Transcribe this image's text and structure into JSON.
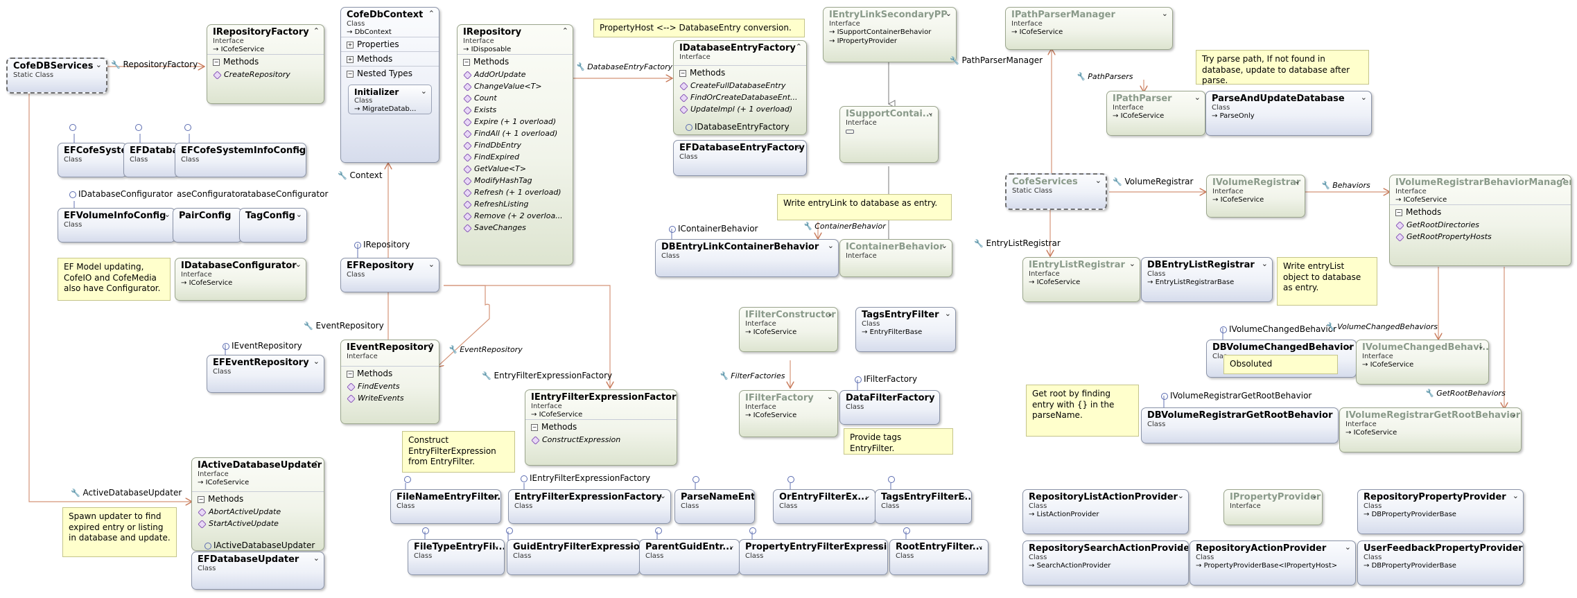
{
  "boxes": {
    "cofeDbServices": {
      "title": "CofeDBServices",
      "kind": "Static Class"
    },
    "repositoryFactory": {
      "title": "IRepositoryFactory",
      "kind": "Interface",
      "base": "ICofeService",
      "section": "Methods",
      "methods": [
        "CreateRepository"
      ]
    },
    "cofeDbContext": {
      "title": "CofeDbContext",
      "kind": "Class",
      "base": "DbContext",
      "sections": [
        "Properties",
        "Methods",
        "Nested Types"
      ],
      "nested_title": "Initializer",
      "nested_kind": "Class",
      "nested_base": "MigrateDatab..."
    },
    "irepository": {
      "title": "IRepository",
      "kind": "Interface",
      "base": "IDisposable",
      "section": "Methods",
      "methods": [
        "AddOrUpdate",
        "ChangeValue<T>",
        "Count",
        "Exists",
        "Expire (+ 1 overload)",
        "FindAll (+ 1 overload)",
        "FindDbEntry",
        "FindExpired",
        "GetValue<T>",
        "ModifyHashTag",
        "Refresh (+ 1 overload)",
        "RefreshListing",
        "Remove (+ 2 overloa...",
        "SaveChanges"
      ]
    },
    "idbEntryFactory": {
      "title": "IDatabaseEntryFactory",
      "kind": "Interface",
      "section": "Methods",
      "methods": [
        "CreateFullDatabaseEntry",
        "FindOrCreateDatabaseEnt...",
        "UpdateImpl (+ 1 overload)"
      ]
    },
    "efDbEntryFactory": {
      "title": "EFDatabaseEntryFactory",
      "kind": "Class",
      "lolly": "IDatabaseEntryFactory"
    },
    "efCofeSystem": {
      "title": "EFCofeSystemI",
      "kind": "Class"
    },
    "efDatabase": {
      "title": "EFDatabas",
      "kind": "Class"
    },
    "efCofeSysInfoCfg": {
      "title": "EFCofeSystemInfoConfig",
      "kind": "Class"
    },
    "efVolumeInfoCfg": {
      "title": "EFVolumeInfoConfig",
      "kind": "Class",
      "lolly": "IDatabaseConfigurator"
    },
    "pairConfig": {
      "title": "PairConfig",
      "kind": "Class",
      "lolly": "aseConfigurator"
    },
    "tagConfig": {
      "title": "TagConfig",
      "kind": "Class",
      "lolly": "atabaseConfigurator"
    },
    "idbConfigurator": {
      "title": "IDatabaseConfigurator",
      "kind": "Interface",
      "base": "ICofeService"
    },
    "efRepository": {
      "title": "EFRepository",
      "kind": "Class",
      "lolly": "IRepository"
    },
    "ieventRepository": {
      "title": "IEventRepository",
      "kind": "Interface",
      "section": "Methods",
      "methods": [
        "FindEvents",
        "WriteEvents"
      ]
    },
    "efEventRepository": {
      "title": "EFEventRepository",
      "kind": "Class",
      "lolly": "IEventRepository"
    },
    "ientryFilterExprFactory": {
      "title": "IEntryFilterExpressionFactory",
      "kind": "Interface",
      "base": "ICofeService",
      "section": "Methods",
      "methods": [
        "ConstructExpression"
      ]
    },
    "iactiveDbUpdater": {
      "title": "IActiveDatabaseUpdater",
      "kind": "Interface",
      "base": "ICofeService",
      "section": "Methods",
      "methods": [
        "AbortActiveUpdate",
        "StartActiveUpdate"
      ]
    },
    "efDbUpdater": {
      "title": "EFDatabaseUpdater",
      "kind": "Class",
      "lolly": "IActiveDatabaseUpdater"
    },
    "fileNameEntryFilter": {
      "title": "FileNameEntryFilter...",
      "kind": "Class"
    },
    "entryFilterExprFactory": {
      "title": "EntryFilterExpressionFactory",
      "kind": "Class",
      "lolly": "IEntryFilterExpressionFactory"
    },
    "parseNameEntr": {
      "title": "ParseNameEntr...",
      "kind": "Class"
    },
    "orEntryFilterEx": {
      "title": "OrEntryFilterEx...",
      "kind": "Class"
    },
    "tagsEntryFilterE": {
      "title": "TagsEntryFilterE...",
      "kind": "Class"
    },
    "fileTypeEntryFil": {
      "title": "FileTypeEntryFil...",
      "kind": "Class"
    },
    "guidEntryFilterExpr": {
      "title": "GuidEntryFilterExpression",
      "kind": "Class"
    },
    "parentGuidEntr": {
      "title": "ParentGuidEntr...",
      "kind": "Class"
    },
    "propertyEntryFilterExpr": {
      "title": "PropertyEntryFilterExpression",
      "kind": "Class"
    },
    "rootEntryFilter": {
      "title": "RootEntryFilter...",
      "kind": "Class"
    },
    "ientryLinkSecondaryPP": {
      "title": "IEntryLinkSecondaryPP",
      "kind": "Interface",
      "bases": [
        "ISupportContainerBehavior",
        "IPropertyProvider"
      ]
    },
    "isupportContai": {
      "title": "ISupportContai...",
      "kind": "Interface"
    },
    "dbEntryLinkContainer": {
      "title": "DBEntryLinkContainerBehavior",
      "kind": "Class",
      "lolly": "IContainerBehavior"
    },
    "icontainerBehavior": {
      "title": "IContainerBehavior",
      "kind": "Interface"
    },
    "ifilterConstructor": {
      "title": "IFilterConstructor",
      "kind": "Interface",
      "base": "ICofeService"
    },
    "tagsEntryFilter": {
      "title": "TagsEntryFilter",
      "kind": "Class",
      "base": "EntryFilterBase"
    },
    "ifilterFactory": {
      "title": "IFilterFactory",
      "kind": "Interface",
      "base": "ICofeService"
    },
    "dataFilterFactory": {
      "title": "DataFilterFactory",
      "kind": "Class",
      "lolly": "IFilterFactory"
    },
    "ipathParserManager": {
      "title": "IPathParserManager",
      "kind": "Interface",
      "base": "ICofeService"
    },
    "ipathParser": {
      "title": "IPathParser",
      "kind": "Interface",
      "base": "ICofeService"
    },
    "parseAndUpdateDb": {
      "title": "ParseAndUpdateDatabase",
      "kind": "Class",
      "base": "ParseOnly"
    },
    "cofeServices": {
      "title": "CofeServices",
      "kind": "Static Class"
    },
    "ivolumeRegistrar": {
      "title": "IVolumeRegistrar",
      "kind": "Interface",
      "base": "ICofeService"
    },
    "ivolumeRegBehaviorMgr": {
      "title": "IVolumeRegistrarBehaviorManager",
      "kind": "Interface",
      "base": "ICofeService",
      "section": "Methods",
      "methods": [
        "GetRootDirectories",
        "GetRootPropertyHosts"
      ]
    },
    "ientryListRegistrar": {
      "title": "IEntryListRegistrar",
      "kind": "Interface",
      "base": "ICofeService"
    },
    "dbEntryListRegistrar": {
      "title": "DBEntryListRegistrar",
      "kind": "Class",
      "base": "EntryListRegistrarBase"
    },
    "dbVolumeChangedBehavior": {
      "title": "DBVolumeChangedBehavior",
      "kind": "Clas",
      "lolly": "IVolumeChangedBehavior"
    },
    "ivolumeChangedBehavi": {
      "title": "IVolumeChangedBehavi...",
      "kind": "Interface",
      "base": "ICofeService"
    },
    "dbVolumeRegGetRoot": {
      "title": "DBVolumeRegistrarGetRootBehavior",
      "kind": "Class",
      "lolly": "IVolumeRegistrarGetRootBehavior"
    },
    "ivolumeRegGetRoot": {
      "title": "IVolumeRegistrarGetRootBehavior",
      "kind": "Interface",
      "base": "ICofeService"
    },
    "repoListActionProvider": {
      "title": "RepositoryListActionProvider",
      "kind": "Class",
      "base": "ListActionProvider"
    },
    "ipropertyProvider": {
      "title": "IPropertyProvider",
      "kind": "Interface"
    },
    "repoPropertyProvider": {
      "title": "RepositoryPropertyProvider",
      "kind": "Class",
      "base": "DBPropertyProviderBase"
    },
    "repoSearchActionProvider": {
      "title": "RepositorySearchActionProvider",
      "kind": "Class",
      "base": "SearchActionProvider"
    },
    "repoActionProvider": {
      "title": "RepositoryActionProvider",
      "kind": "Class",
      "base": "PropertyProviderBase<IPropertyHost>"
    },
    "userFeedbackPropProvider": {
      "title": "UserFeedbackPropertyProvider",
      "kind": "Class",
      "base": "DBPropertyProviderBase"
    }
  },
  "notes": {
    "propertyHost": "PropertyHost <--> DatabaseEntry conversion.",
    "efModel": "EF Model updating, CofeIO and CofeMedia also have Configurator.",
    "spawnUpdater": "Spawn updater to find expired entry or listing in database and update.",
    "construct": "Construct EntryFilterExpression from EntryFilter.",
    "writeEntryLink": "Write entryLink to database as entry.",
    "tryParse": "Try parse path, If not found in database, update to database after parse.",
    "writeEntryList": "Write entryList object to database as entry.",
    "obsoluted": "Obsoluted",
    "getRoot": "Get root by finding entry with {} in the parseName.",
    "provideTags": "Provide tags EntryFilter."
  },
  "labels": {
    "repositoryFactory": "RepositoryFactory",
    "context": "Context",
    "databaseEntryFactory": "DatabaseEntryFactory",
    "eventRepository": "EventRepository",
    "eventRepositoryIt": "EventRepository",
    "entryFilterExprFactory": "EntryFilterExpressionFactory",
    "activeDbUpdater": "ActiveDatabaseUpdater",
    "pathParserManager": "PathParserManager",
    "pathParsers": "PathParsers",
    "volumeRegistrar": "VolumeRegistrar",
    "behaviors": "Behaviors",
    "entryListRegistrar": "EntryListRegistrar",
    "containerBehavior": "ContainerBehavior",
    "filterFactories": "FilterFactories",
    "volumeChangedBehaviors": "VolumeChangedBehaviors",
    "getRootBehaviors": "GetRootBehaviors"
  }
}
